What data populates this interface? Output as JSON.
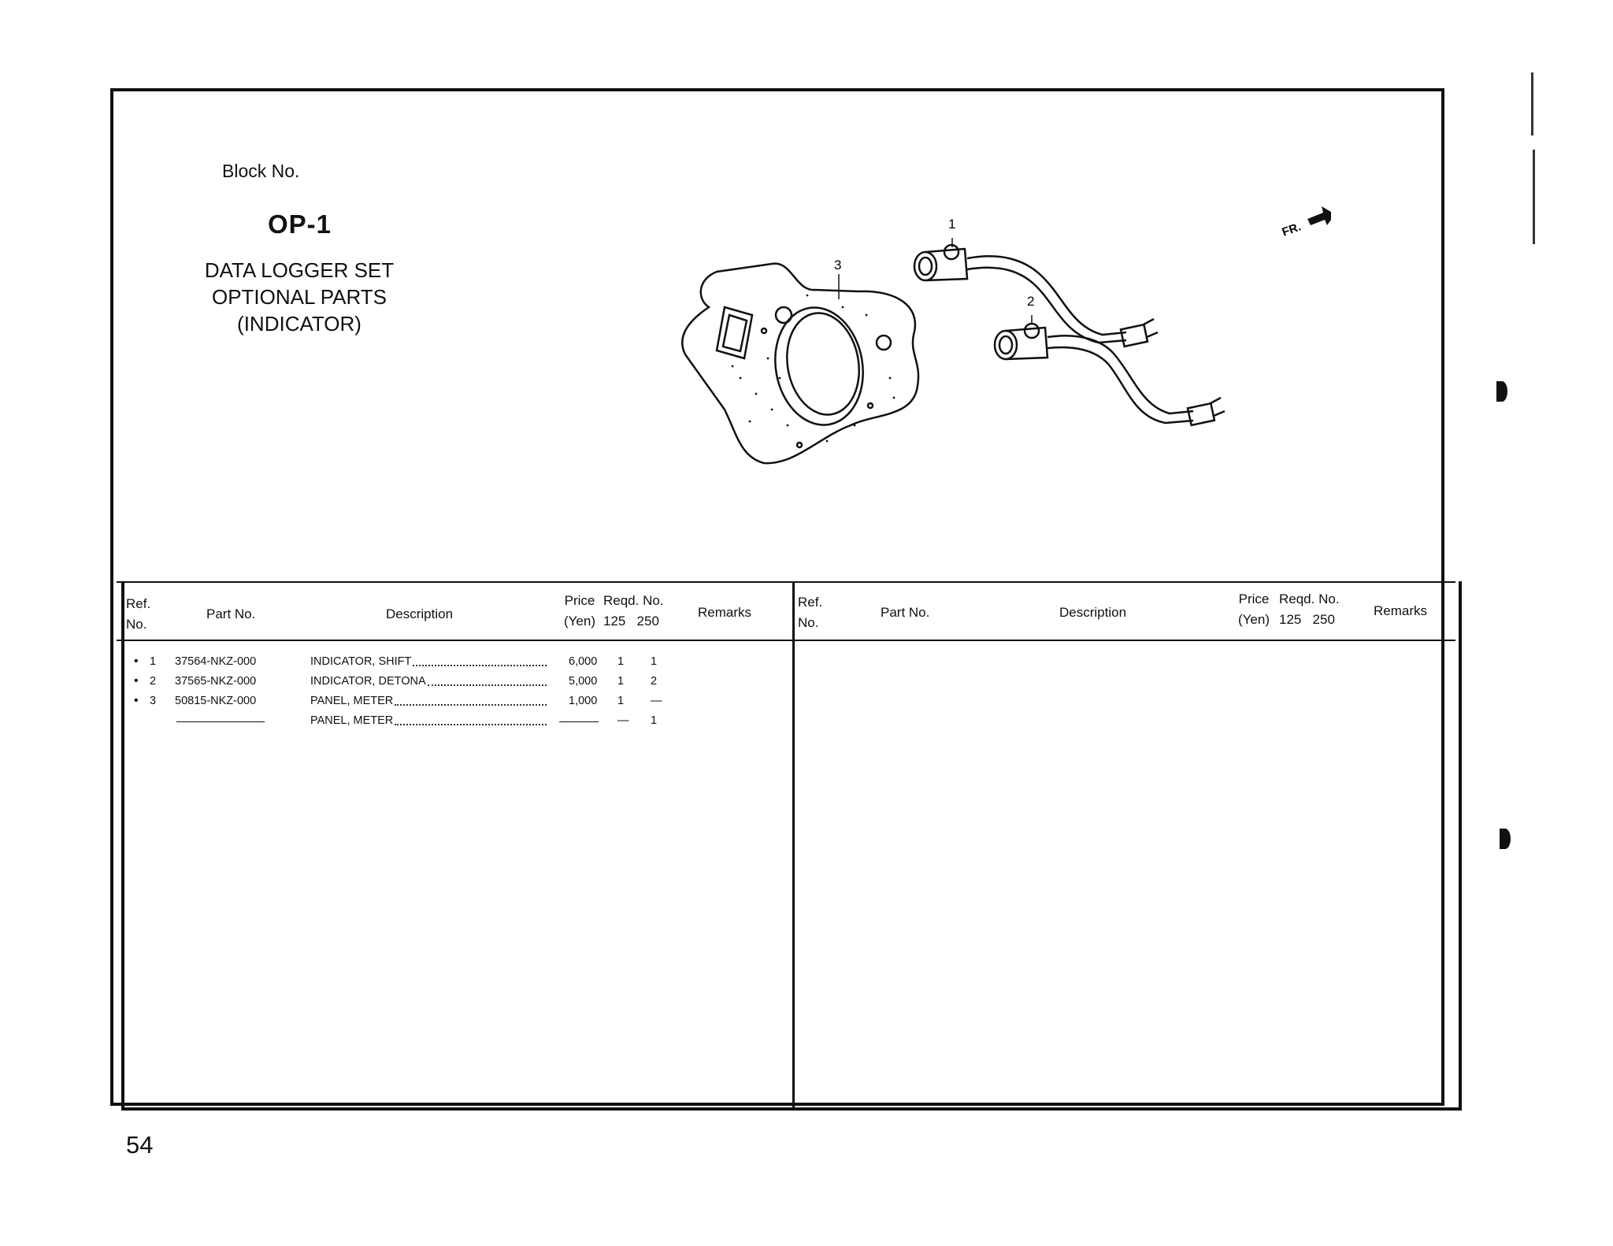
{
  "header": {
    "block_label": "Block No.",
    "block_code": "OP-1",
    "title_lines": [
      "DATA LOGGER SET",
      "OPTIONAL PARTS",
      "(INDICATOR)"
    ]
  },
  "diagram": {
    "callouts": [
      "1",
      "2",
      "3"
    ],
    "direction_label": "FR."
  },
  "table": {
    "headers": {
      "ref": [
        "Ref.",
        "No."
      ],
      "part_no": "Part No.",
      "description": "Description",
      "price": [
        "Price",
        "(Yen)"
      ],
      "reqd": "Reqd. No.",
      "reqd_cols": [
        "125",
        "250"
      ],
      "remarks": "Remarks"
    },
    "rows": [
      {
        "bullet": "•",
        "ref": "1",
        "part_no": "37564-NKZ-000",
        "description": "INDICATOR, SHIFT",
        "price": "6,000",
        "q125": "1",
        "q250": "1"
      },
      {
        "bullet": "•",
        "ref": "2",
        "part_no": "37565-NKZ-000",
        "description": "INDICATOR, DETONA",
        "price": "5,000",
        "q125": "1",
        "q250": "2"
      },
      {
        "bullet": "•",
        "ref": "3",
        "part_no": "50815-NKZ-000",
        "description": "PANEL, METER",
        "price": "1,000",
        "q125": "1",
        "q250": "—"
      },
      {
        "bullet": "",
        "ref": "",
        "part_no": "",
        "description": "PANEL, METER",
        "price": "",
        "q125": "—",
        "q250": "1"
      }
    ]
  },
  "footer": {
    "page_number": "54"
  }
}
